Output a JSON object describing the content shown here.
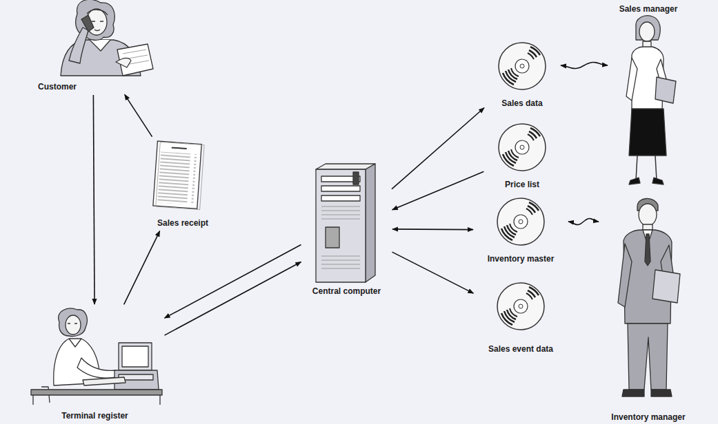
{
  "diagram": {
    "nodes": [
      {
        "text": [
          "Customer"
        ]
      },
      {
        "text": [
          "Sales manager"
        ]
      },
      {
        "text": [
          "Sales data"
        ]
      },
      {
        "text": [
          "Price list"
        ]
      },
      {
        "text": [
          "Sales receipt"
        ]
      },
      {
        "text": [
          "Central computer"
        ]
      },
      {
        "text": [
          "Inventory master"
        ]
      },
      {
        "text": [
          "Sales event data"
        ]
      },
      {
        "text": [
          "Terminal register"
        ]
      },
      {
        "text": [
          "Inventory manager"
        ]
      }
    ],
    "edges": [
      {
        "from": 0,
        "to": 8,
        "arrow": "to"
      },
      {
        "from": 4,
        "to": 0,
        "arrow": "to"
      },
      {
        "from": 8,
        "to": 4,
        "arrow": "to"
      },
      {
        "from": 8,
        "to": 5,
        "arrow": "to"
      },
      {
        "from": 5,
        "to": 8,
        "arrow": "to"
      },
      {
        "from": 5,
        "to": 2,
        "arrow": "to"
      },
      {
        "from": 3,
        "to": 5,
        "arrow": "to"
      },
      {
        "from": 5,
        "to": 6,
        "arrow": "both"
      },
      {
        "from": 5,
        "to": 7,
        "arrow": "to"
      },
      {
        "from": 2,
        "to": 1,
        "arrow": "both"
      },
      {
        "from": 6,
        "to": 9,
        "arrow": "both"
      }
    ]
  }
}
